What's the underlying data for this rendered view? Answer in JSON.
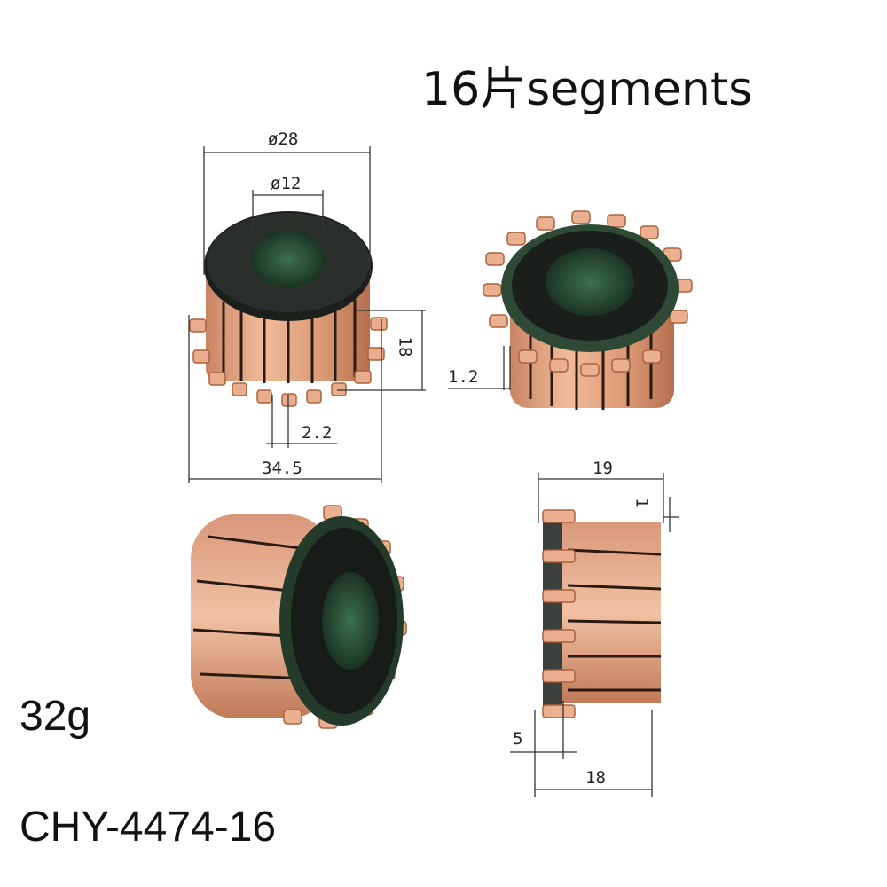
{
  "title": "16片segments",
  "weight": "32g",
  "model": "CHY-4474-16",
  "dimensions": {
    "outer_diameter": "ø28",
    "inner_diameter": "ø12",
    "height": "18",
    "hook_thickness": "1.2",
    "hook_width": "2.2",
    "overall_width": "34.5",
    "side_length": "19",
    "side_step": "1",
    "side_body": "18",
    "side_hook": "5"
  },
  "colors": {
    "copper": "#e0a27e",
    "copper_dark": "#b86f4c",
    "insulator": "#1f2420",
    "bore": "#2f5a3e"
  }
}
